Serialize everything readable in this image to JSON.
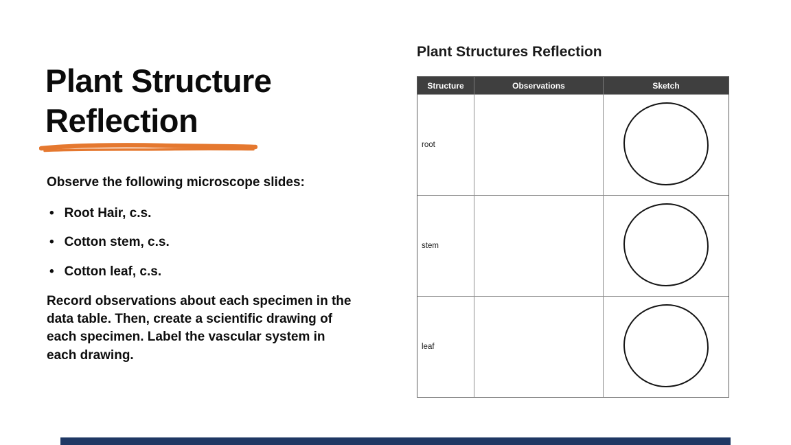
{
  "slide": {
    "title": "Plant Structure Reflection",
    "underline_color": "#E5782F",
    "bottom_bar_color": "#1F3864",
    "body": {
      "intro": "Observe the following microscope slides:",
      "bullet_char": "•",
      "bullets": [
        "Root Hair, c.s.",
        "Cotton stem, c.s.",
        "Cotton leaf, c.s."
      ],
      "outro": "Record observations about each specimen in the data table. Then, create a scientific drawing of each specimen. Label the vascular system in each drawing."
    }
  },
  "worksheet": {
    "heading": "Plant Structures Reflection",
    "table": {
      "header_bg": "#3F3F3F",
      "header_text_color": "#FFFFFF",
      "columns": [
        "Structure",
        "Observations",
        "Sketch"
      ],
      "rows": [
        {
          "structure": "root",
          "observations": "",
          "sketch": "empty-circle"
        },
        {
          "structure": "stem",
          "observations": "",
          "sketch": "empty-circle"
        },
        {
          "structure": "leaf",
          "observations": "",
          "sketch": "empty-circle"
        }
      ]
    }
  }
}
